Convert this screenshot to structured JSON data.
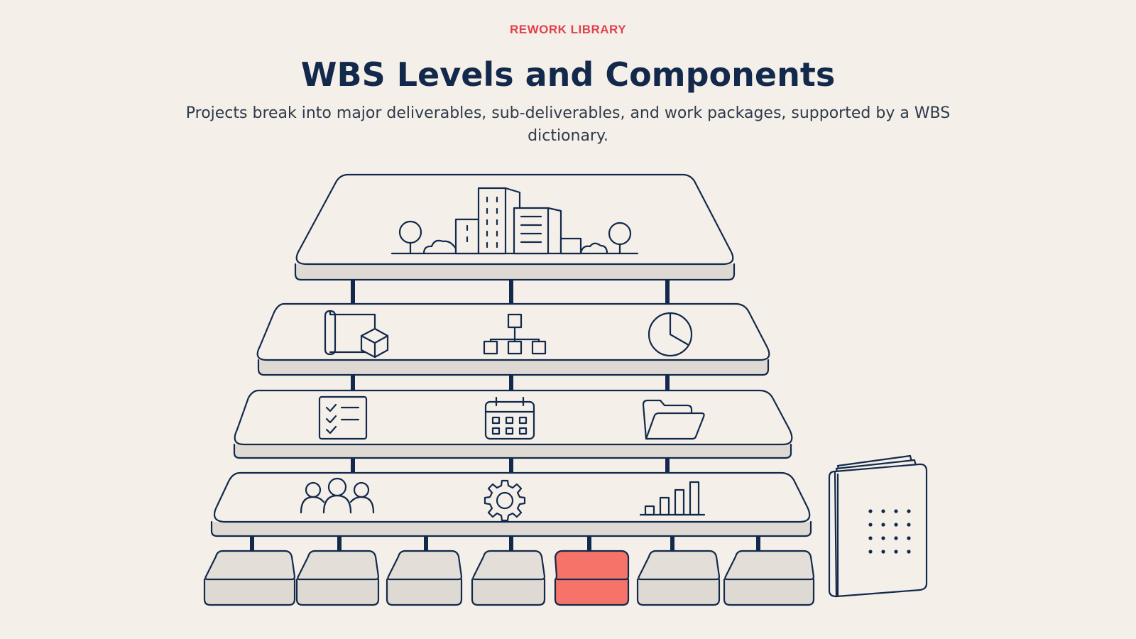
{
  "header": {
    "eyebrow": "REWORK LIBRARY",
    "title": "WBS Levels and Components",
    "subtitle": "Projects break into major deliverables, sub-deliverables, and work packages, supported by a WBS dictionary."
  },
  "diagram": {
    "levels": [
      {
        "icons": [
          "city-skyline-icon"
        ]
      },
      {
        "icons": [
          "blueprint-cube-icon",
          "org-chart-icon",
          "pie-chart-icon"
        ]
      },
      {
        "icons": [
          "checklist-icon",
          "calendar-icon",
          "folder-icon"
        ]
      },
      {
        "icons": [
          "team-icon",
          "gear-icon",
          "bar-chart-icon"
        ]
      }
    ],
    "work_packages": {
      "count": 7,
      "highlighted_index": 4
    },
    "dictionary_icon": "book-icon",
    "colors": {
      "ink": "#13294b",
      "slab_top": "#f4f0e9",
      "slab_side": "#dedad3",
      "highlight": "#f6736a",
      "eyebrow": "#e0414e"
    }
  }
}
